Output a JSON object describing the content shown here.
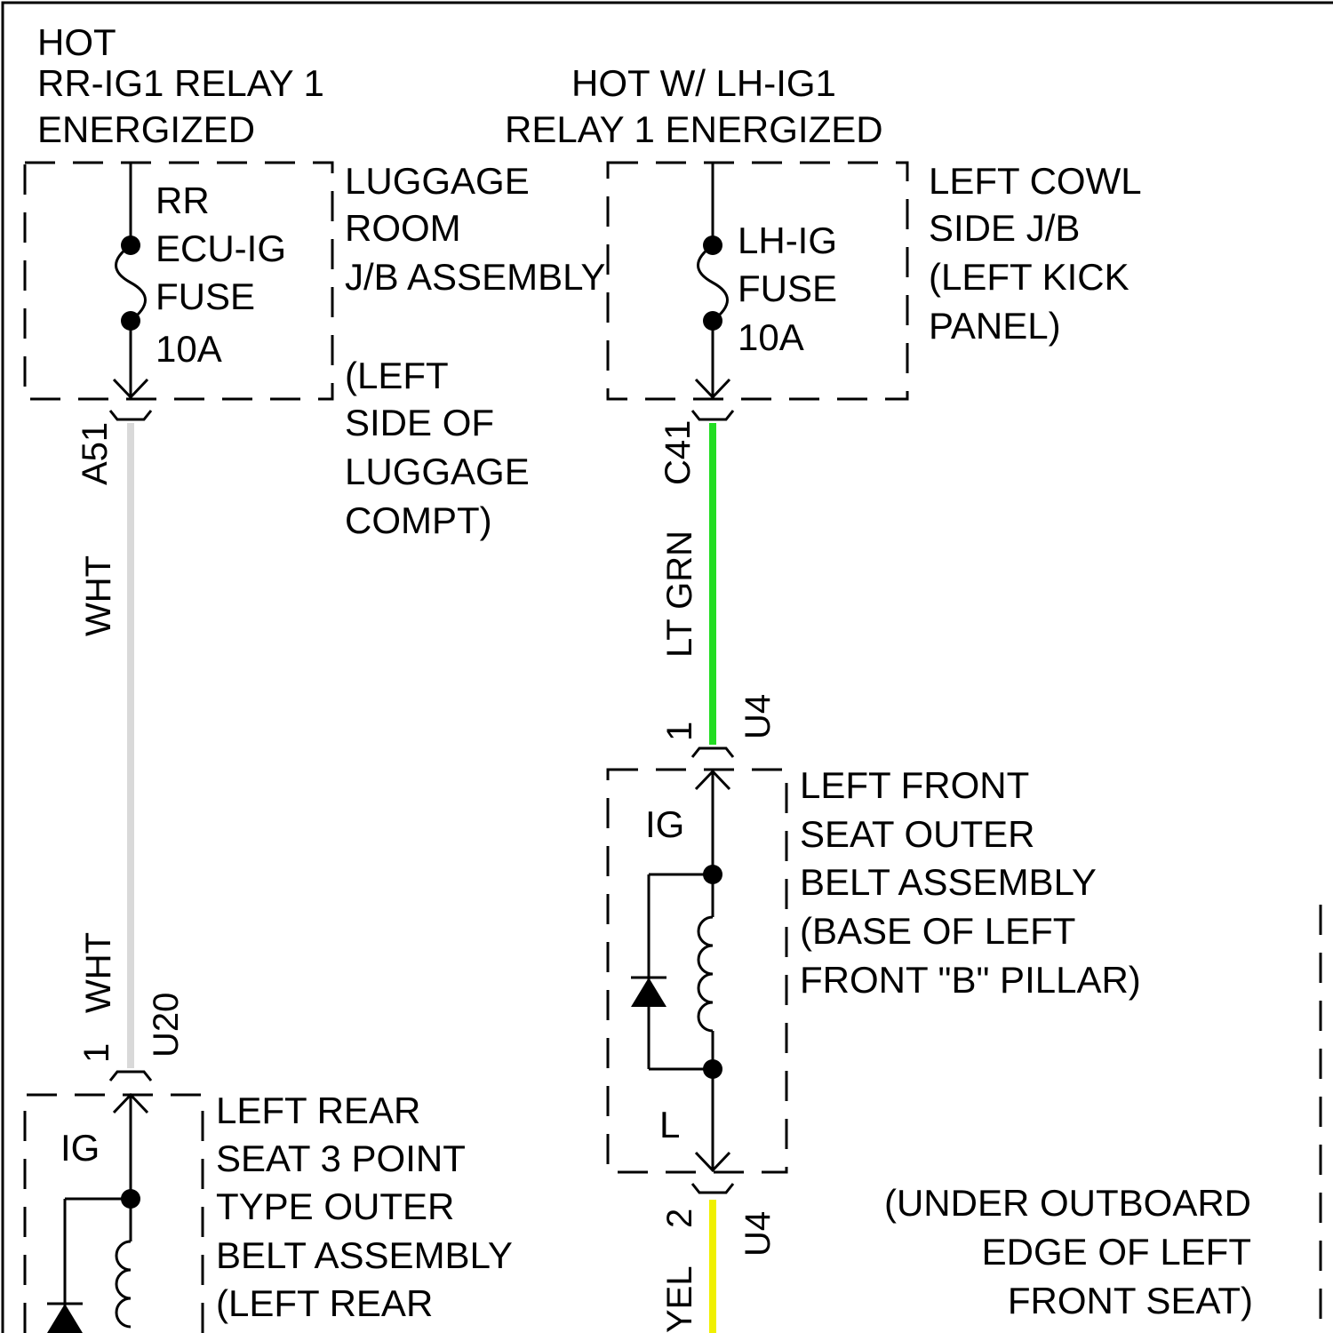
{
  "top_left": {
    "line1": "HOT",
    "line2": "RR-IG1 RELAY 1",
    "line3": "ENERGIZED"
  },
  "top_right": {
    "line1": "HOT W/ LH-IG1",
    "line2": "RELAY 1 ENERGIZED"
  },
  "rr_fuse": {
    "line1": "RR",
    "line2": "ECU-IG",
    "line3": "FUSE",
    "line4": "10A"
  },
  "luggage_jb": {
    "line1": "LUGGAGE",
    "line2": "ROOM",
    "line3": "J/B ASSEMBLY",
    "line4": "(LEFT",
    "line5": "SIDE OF",
    "line6": "LUGGAGE",
    "line7": "COMPT)"
  },
  "lh_fuse": {
    "line1": "LH-IG",
    "line2": "FUSE",
    "line3": "10A"
  },
  "left_cowl_jb": {
    "line1": "LEFT COWL",
    "line2": "SIDE J/B",
    "line3": "(LEFT KICK",
    "line4": "PANEL)"
  },
  "connectors": {
    "a51": "A51",
    "c41": "C41",
    "u4": "U4",
    "u4_lower": "U4",
    "u20": "U20",
    "pin1_u4": "1",
    "pin2_u4": "2",
    "pin1_u20": "1"
  },
  "wire_colors": {
    "wht_upper": "WHT",
    "wht_lower": "WHT",
    "lt_grn": "LT GRN",
    "yel": "YEL"
  },
  "front_belt": {
    "ig": "IG",
    "l": "L",
    "line1": "LEFT FRONT",
    "line2": "SEAT OUTER",
    "line3": "BELT ASSEMBLY",
    "line4": "(BASE OF LEFT",
    "line5": "FRONT \"B\" PILLAR)"
  },
  "rear_belt": {
    "ig": "IG",
    "line1": "LEFT REAR",
    "line2": "SEAT 3 POINT",
    "line3": "TYPE OUTER",
    "line4": "BELT ASSEMBLY",
    "line5": "(LEFT REAR"
  },
  "under_seat": {
    "line1": "(UNDER OUTBOARD",
    "line2": "EDGE OF LEFT",
    "line3": "FRONT SEAT)"
  },
  "colors": {
    "wht_wire": "#d9d9d9",
    "lt_grn_wire": "#22dd22",
    "yel_wire": "#f0f000"
  }
}
